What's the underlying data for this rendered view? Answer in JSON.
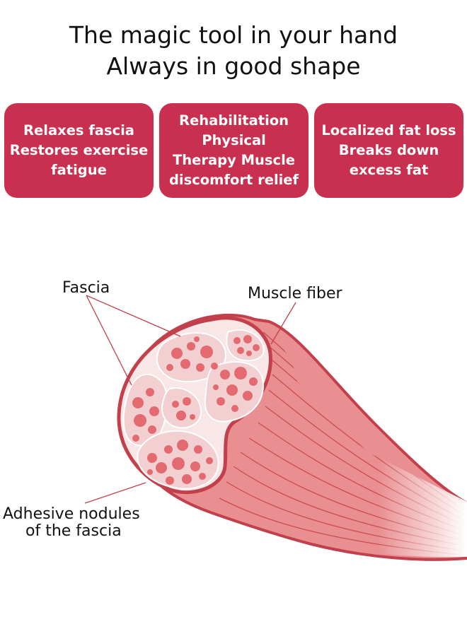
{
  "headline": {
    "line1": "The magic tool in your hand",
    "line2": "Always in good shape"
  },
  "cards": [
    {
      "lines": [
        "Relaxes fascia",
        "Restores exercise",
        "fatigue"
      ]
    },
    {
      "lines": [
        "Rehabilitation",
        "Physical",
        "Therapy Muscle",
        "discomfort relief"
      ]
    },
    {
      "lines": [
        "Localized fat loss",
        "Breaks down",
        "excess fat"
      ]
    }
  ],
  "diagram": {
    "labels": {
      "fascia": "Fascia",
      "muscle_fiber": "Muscle fiber",
      "adhesive_line1": "Adhesive nodules",
      "adhesive_line2": "of the fascia"
    }
  },
  "colors": {
    "card_background": "#c9304f",
    "card_text": "#ffffff",
    "muscle_fill": "#e98f91",
    "muscle_outline": "#c2404c",
    "fascicle_fill": "#f7dede",
    "fiber_dot": "#e36a70"
  }
}
